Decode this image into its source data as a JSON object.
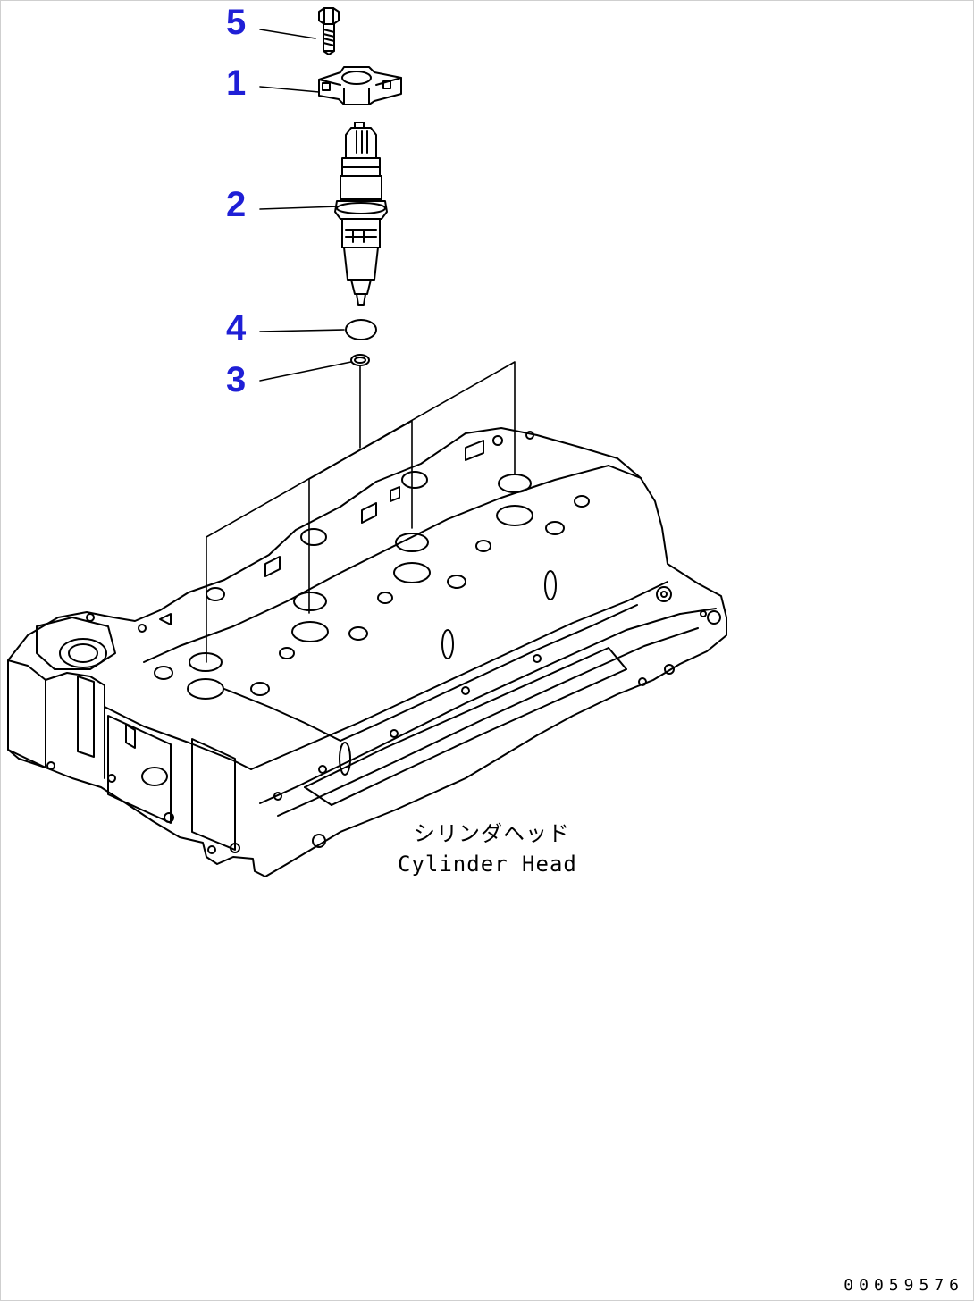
{
  "callouts": [
    {
      "id": "5",
      "label": "5"
    },
    {
      "id": "1",
      "label": "1"
    },
    {
      "id": "2",
      "label": "2"
    },
    {
      "id": "4",
      "label": "4"
    },
    {
      "id": "3",
      "label": "3"
    }
  ],
  "caption": {
    "japanese": "シリンダヘッド",
    "english": "Cylinder Head"
  },
  "document_number": "00059576",
  "colors": {
    "callout": "#1f1fd6",
    "line": "#000000",
    "background": "#ffffff"
  }
}
